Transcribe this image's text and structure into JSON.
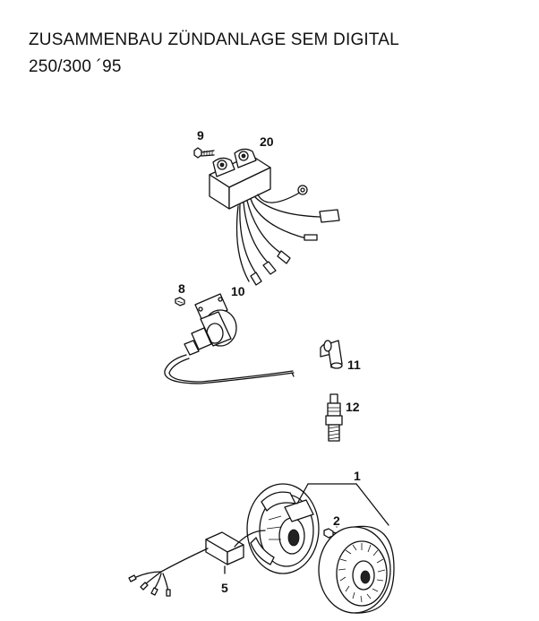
{
  "title": {
    "line1": "ZUSAMMENBAU ZÜNDANLAGE SEM DIGITAL",
    "line2": "250/300 ´95"
  },
  "parts": {
    "p1": "1",
    "p2": "2",
    "p5": "5",
    "p8": "8",
    "p9": "9",
    "p10": "10",
    "p11": "11",
    "p12": "12",
    "p20": "20"
  }
}
